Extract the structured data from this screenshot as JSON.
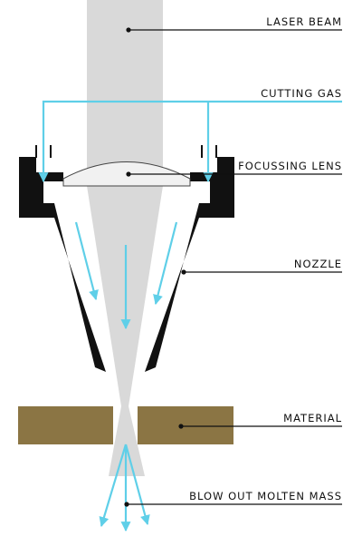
{
  "labels": {
    "laser_beam": "LASER BEAM",
    "cutting_gas": "CUTTING GAS",
    "focussing_lens": "FOCUSSING LENS",
    "nozzle": "NOZZLE",
    "material": "MATERIAL",
    "blow_out": "BLOW OUT MOLTEN MASS"
  },
  "colors": {
    "beam": "#d9d9d9",
    "gas": "#5fcfe8",
    "nozzle": "#111111",
    "lens": "#f1f1f1",
    "material": "#8b7544",
    "leader": "#111111"
  }
}
